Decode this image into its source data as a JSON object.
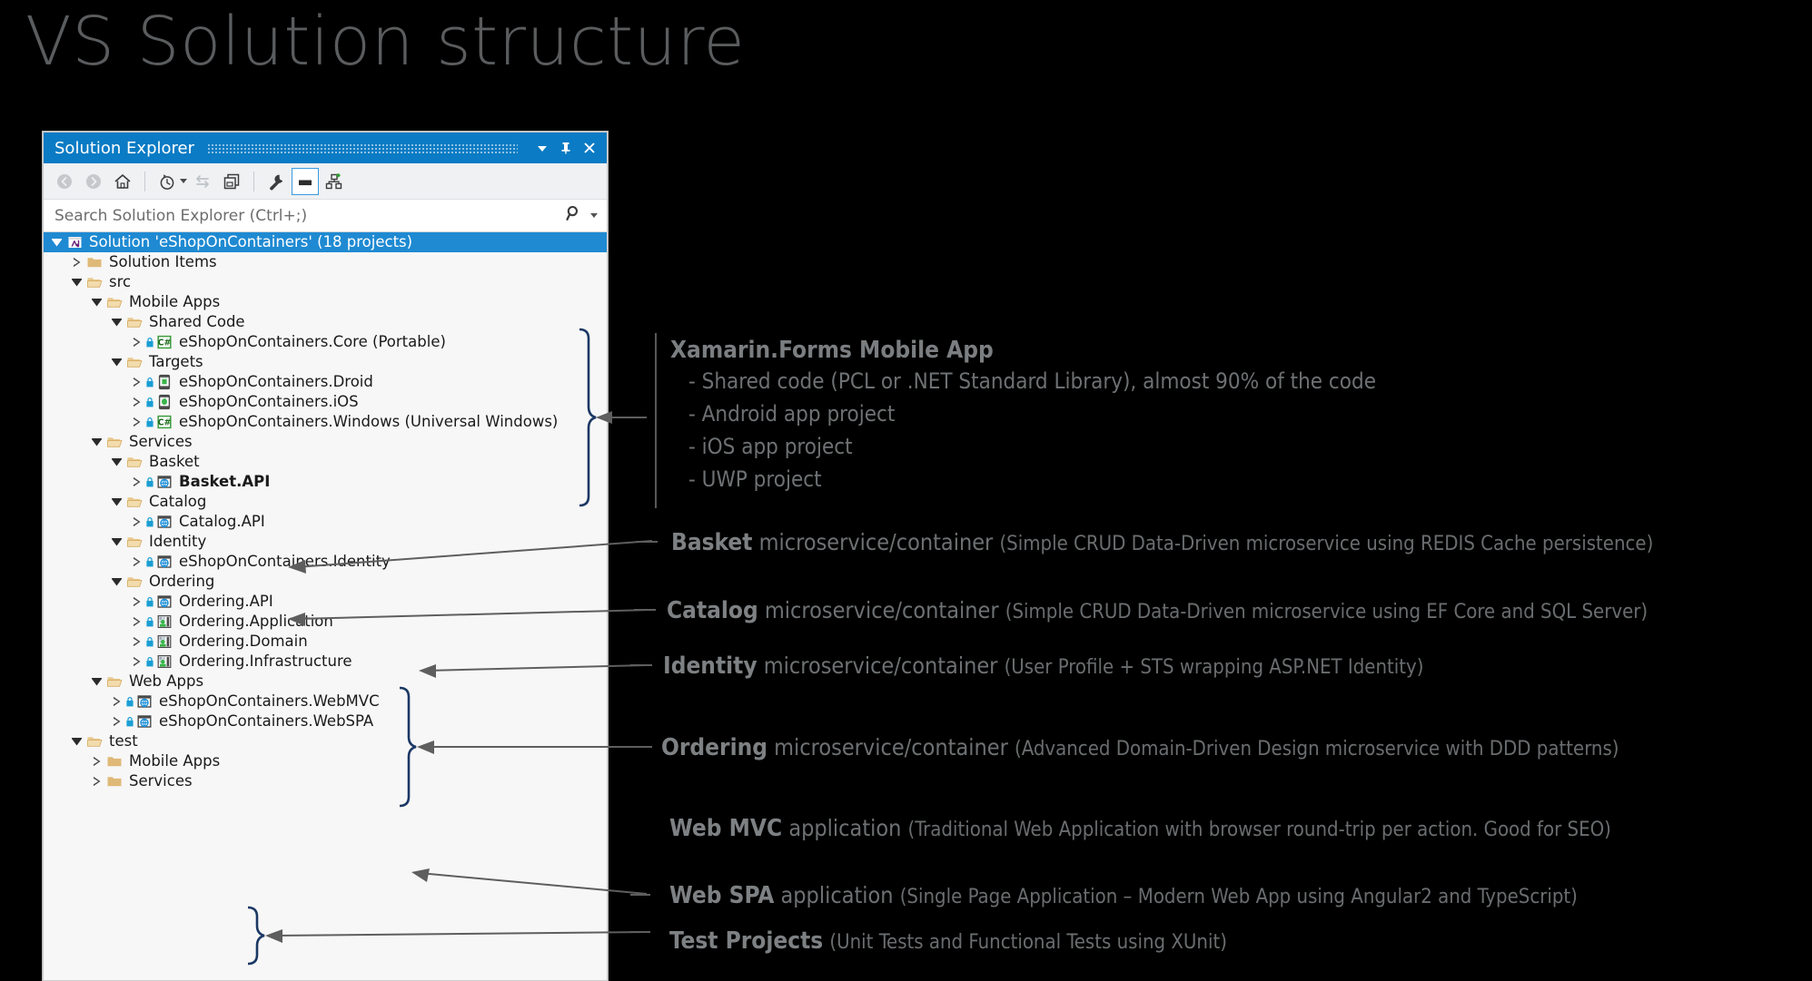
{
  "slide": {
    "title": "VS Solution structure"
  },
  "explorer": {
    "title": "Solution Explorer",
    "titlebar_buttons": [
      {
        "name": "dropdown",
        "label": "▼"
      },
      {
        "name": "pin",
        "label": "pin-icon"
      },
      {
        "name": "close",
        "label": "✕"
      }
    ],
    "toolbar": [
      {
        "name": "back-icon",
        "tip": "Back"
      },
      {
        "name": "forward-icon",
        "tip": "Forward"
      },
      {
        "name": "home-icon",
        "tip": "Home"
      },
      {
        "name": "pending-changes-icon",
        "tip": "Pending Changes"
      },
      {
        "name": "sync-icon",
        "tip": "Sync with Active Document"
      },
      {
        "name": "properties-window-icon",
        "tip": "Properties Window"
      },
      {
        "name": "wrench-icon",
        "tip": "Show All Files"
      },
      {
        "name": "collapse-icon",
        "tip": "Collapse All"
      },
      {
        "name": "preview-selected-items-icon",
        "tip": "Preview Selected Items"
      }
    ],
    "search": {
      "placeholder": "Search Solution Explorer (Ctrl+;)",
      "icon": "search-icon"
    },
    "tree": [
      {
        "depth": 0,
        "label": "Solution 'eShopOnContainers' (18 projects)",
        "icon": "solution-icon",
        "state": "expanded",
        "selected": true,
        "bold": false,
        "lock": false
      },
      {
        "depth": 1,
        "label": "Solution Items",
        "icon": "folder-closed-icon",
        "state": "collapsed",
        "selected": false,
        "bold": false,
        "lock": false
      },
      {
        "depth": 1,
        "label": "src",
        "icon": "folder-open-icon",
        "state": "expanded",
        "selected": false,
        "bold": false,
        "lock": false
      },
      {
        "depth": 2,
        "label": "Mobile Apps",
        "icon": "folder-open-icon",
        "state": "expanded",
        "selected": false,
        "bold": false,
        "lock": false
      },
      {
        "depth": 3,
        "label": "Shared Code",
        "icon": "folder-open-icon",
        "state": "expanded",
        "selected": false,
        "bold": false,
        "lock": false
      },
      {
        "depth": 4,
        "label": "eShopOnContainers.Core (Portable)",
        "icon": "csharp-project-icon",
        "state": "collapsed",
        "selected": false,
        "bold": false,
        "lock": true
      },
      {
        "depth": 3,
        "label": "Targets",
        "icon": "folder-open-icon",
        "state": "expanded",
        "selected": false,
        "bold": false,
        "lock": false
      },
      {
        "depth": 4,
        "label": "eShopOnContainers.Droid",
        "icon": "android-project-icon",
        "state": "collapsed",
        "selected": false,
        "bold": false,
        "lock": true
      },
      {
        "depth": 4,
        "label": "eShopOnContainers.iOS",
        "icon": "ios-project-icon",
        "state": "collapsed",
        "selected": false,
        "bold": false,
        "lock": true
      },
      {
        "depth": 4,
        "label": "eShopOnContainers.Windows (Universal Windows)",
        "icon": "csharp-project-icon",
        "state": "collapsed",
        "selected": false,
        "bold": false,
        "lock": true
      },
      {
        "depth": 2,
        "label": "Services",
        "icon": "folder-open-icon",
        "state": "expanded",
        "selected": false,
        "bold": false,
        "lock": false
      },
      {
        "depth": 3,
        "label": "Basket",
        "icon": "folder-open-icon",
        "state": "expanded",
        "selected": false,
        "bold": false,
        "lock": false
      },
      {
        "depth": 4,
        "label": "Basket.API",
        "icon": "web-project-icon",
        "state": "collapsed",
        "selected": false,
        "bold": true,
        "lock": true
      },
      {
        "depth": 3,
        "label": "Catalog",
        "icon": "folder-open-icon",
        "state": "expanded",
        "selected": false,
        "bold": false,
        "lock": false
      },
      {
        "depth": 4,
        "label": "Catalog.API",
        "icon": "web-project-icon",
        "state": "collapsed",
        "selected": false,
        "bold": false,
        "lock": true
      },
      {
        "depth": 3,
        "label": "Identity",
        "icon": "folder-open-icon",
        "state": "expanded",
        "selected": false,
        "bold": false,
        "lock": false
      },
      {
        "depth": 4,
        "label": "eShopOnContainers.Identity",
        "icon": "web-project-icon",
        "state": "collapsed",
        "selected": false,
        "bold": false,
        "lock": true
      },
      {
        "depth": 3,
        "label": "Ordering",
        "icon": "folder-open-icon",
        "state": "expanded",
        "selected": false,
        "bold": false,
        "lock": false
      },
      {
        "depth": 4,
        "label": "Ordering.API",
        "icon": "web-project-icon",
        "state": "collapsed",
        "selected": false,
        "bold": false,
        "lock": true
      },
      {
        "depth": 4,
        "label": "Ordering.Application",
        "icon": "class-library-icon",
        "state": "collapsed",
        "selected": false,
        "bold": false,
        "lock": true
      },
      {
        "depth": 4,
        "label": "Ordering.Domain",
        "icon": "class-library-icon",
        "state": "collapsed",
        "selected": false,
        "bold": false,
        "lock": true
      },
      {
        "depth": 4,
        "label": "Ordering.Infrastructure",
        "icon": "class-library-icon",
        "state": "collapsed",
        "selected": false,
        "bold": false,
        "lock": true
      },
      {
        "depth": 2,
        "label": "Web Apps",
        "icon": "folder-open-icon",
        "state": "expanded",
        "selected": false,
        "bold": false,
        "lock": false
      },
      {
        "depth": 3,
        "label": "eShopOnContainers.WebMVC",
        "icon": "web-project-icon",
        "state": "collapsed",
        "selected": false,
        "bold": false,
        "lock": true
      },
      {
        "depth": 3,
        "label": "eShopOnContainers.WebSPA",
        "icon": "web-project-icon",
        "state": "collapsed",
        "selected": false,
        "bold": false,
        "lock": true
      },
      {
        "depth": 1,
        "label": "test",
        "icon": "folder-open-icon",
        "state": "expanded",
        "selected": false,
        "bold": false,
        "lock": false
      },
      {
        "depth": 2,
        "label": "Mobile Apps",
        "icon": "folder-closed-icon",
        "state": "collapsed",
        "selected": false,
        "bold": false,
        "lock": false
      },
      {
        "depth": 2,
        "label": "Services",
        "icon": "folder-closed-icon",
        "state": "collapsed",
        "selected": false,
        "bold": false,
        "lock": false
      }
    ]
  },
  "annotations": {
    "xamarin": {
      "heading": "Xamarin.Forms Mobile App",
      "bullets": [
        "- Shared code (PCL or .NET Standard Library), almost 90% of the code",
        "- Android app project",
        "- iOS app project",
        "- UWP project"
      ]
    },
    "rows": [
      {
        "title": "Basket",
        "mid": " microservice/container ",
        "paren": "(Simple CRUD Data-Driven microservice using REDIS Cache persistence)"
      },
      {
        "title": "Catalog",
        "mid": " microservice/container ",
        "paren": "(Simple CRUD Data-Driven microservice using EF Core and SQL Server)"
      },
      {
        "title": "Identity",
        "mid": " microservice/container ",
        "paren": "(User Profile + STS wrapping ASP.NET Identity)"
      },
      {
        "title": "Ordering",
        "mid": " microservice/container ",
        "paren": "(Advanced Domain-Driven Design microservice with DDD patterns)"
      },
      {
        "title": "Web MVC",
        "mid": " application ",
        "paren": "(Traditional Web Application with browser round-trip per action. Good for SEO)"
      },
      {
        "title": "Web SPA",
        "mid": " application ",
        "paren": "(Single Page Application – Modern Web App using Angular2 and TypeScript)"
      },
      {
        "title": "Test Projects",
        "mid": " ",
        "paren": "(Unit Tests and Functional Tests using XUnit)"
      }
    ]
  },
  "colors": {
    "background": "#000000",
    "accent_blue": "#0a7bc4",
    "selection_blue": "#1f8ad2",
    "annotation_gray": "#6e7173",
    "brace_navy": "#1b3864",
    "arrow_gray": "#5e5e5e",
    "folder_tan": "#e8c483"
  }
}
